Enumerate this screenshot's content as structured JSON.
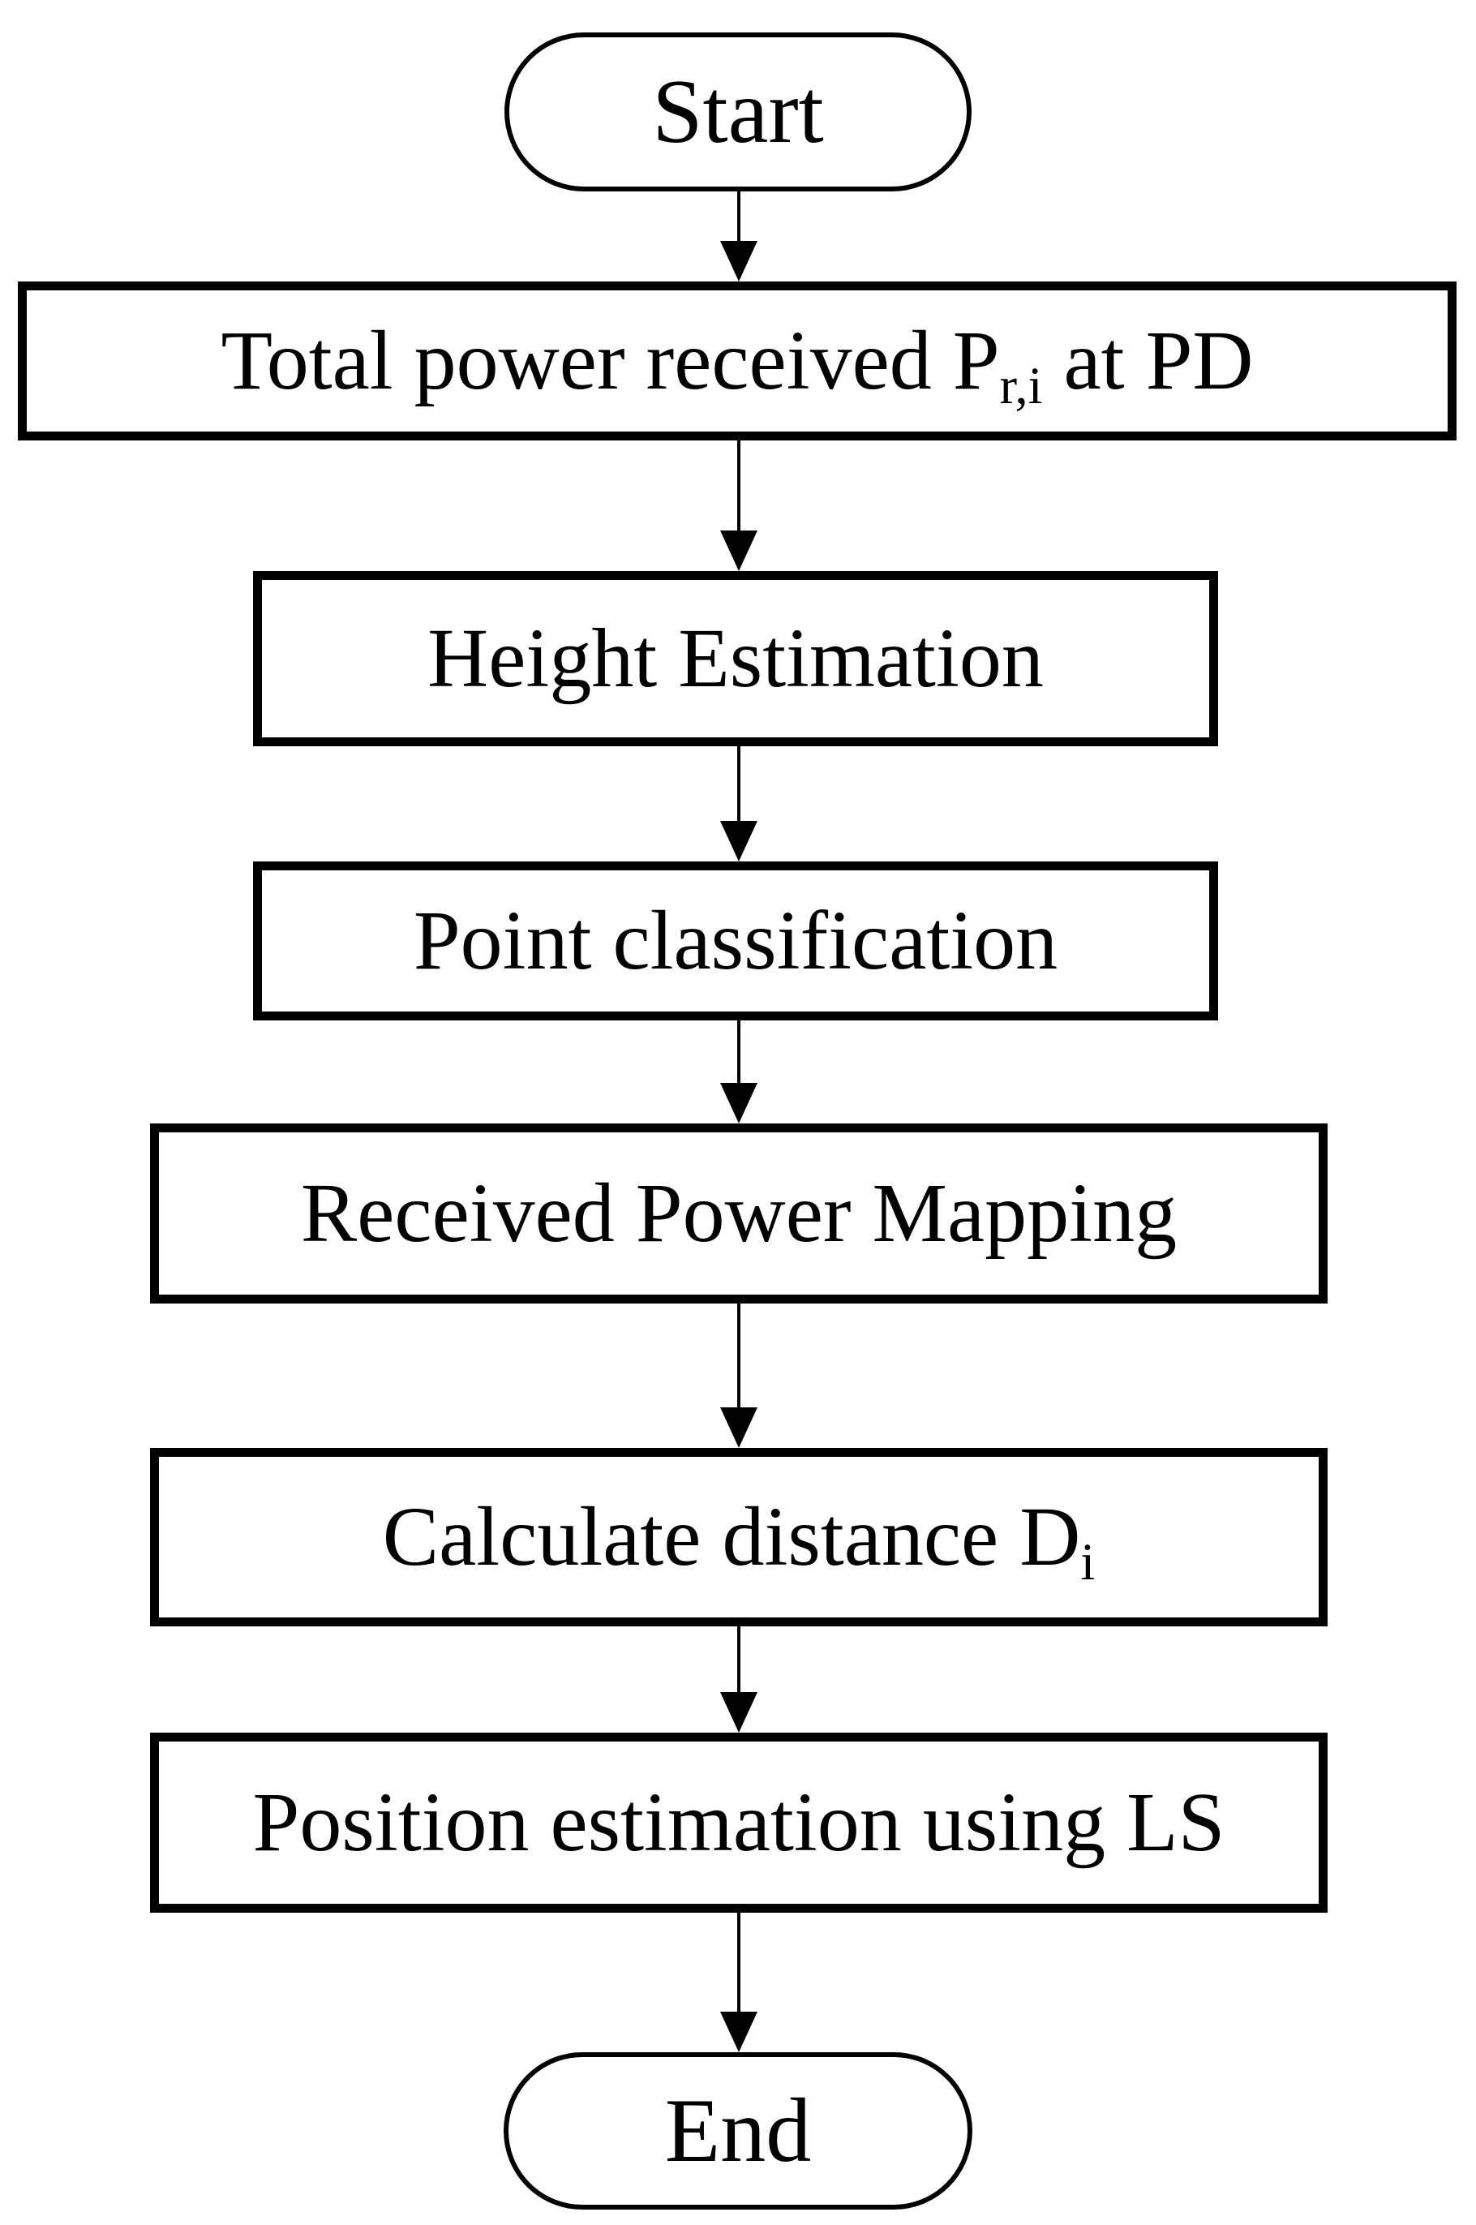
{
  "figure": {
    "kind": "flowchart",
    "background_color": "#ffffff",
    "stroke_color": "#000000",
    "text_color": "#000000"
  },
  "nodes": [
    {
      "id": "start",
      "shape": "terminator",
      "label": "Start"
    },
    {
      "id": "total-power-received",
      "shape": "process",
      "parts": [
        {
          "text": "Total power received P"
        },
        {
          "text": "r,i",
          "style": "subscript"
        },
        {
          "text": " at PD"
        }
      ],
      "plain_label": "Total power received Pr,i at PD"
    },
    {
      "id": "height-estimation",
      "shape": "process",
      "label": "Height Estimation"
    },
    {
      "id": "point-classification",
      "shape": "process",
      "label": "Point classification"
    },
    {
      "id": "received-power-mapping",
      "shape": "process",
      "label": "Received Power Mapping"
    },
    {
      "id": "calculate-distance",
      "shape": "process",
      "parts": [
        {
          "text": "Calculate distance D"
        },
        {
          "text": "i",
          "style": "subscript"
        }
      ],
      "plain_label": "Calculate distance Di"
    },
    {
      "id": "position-estimation",
      "shape": "process",
      "label": "Position estimation using LS"
    },
    {
      "id": "end",
      "shape": "terminator",
      "label": "End"
    }
  ],
  "edges": [
    {
      "from": "start",
      "to": "total-power-received"
    },
    {
      "from": "total-power-received",
      "to": "height-estimation"
    },
    {
      "from": "height-estimation",
      "to": "point-classification"
    },
    {
      "from": "point-classification",
      "to": "received-power-mapping"
    },
    {
      "from": "received-power-mapping",
      "to": "calculate-distance"
    },
    {
      "from": "calculate-distance",
      "to": "position-estimation"
    },
    {
      "from": "position-estimation",
      "to": "end"
    }
  ]
}
